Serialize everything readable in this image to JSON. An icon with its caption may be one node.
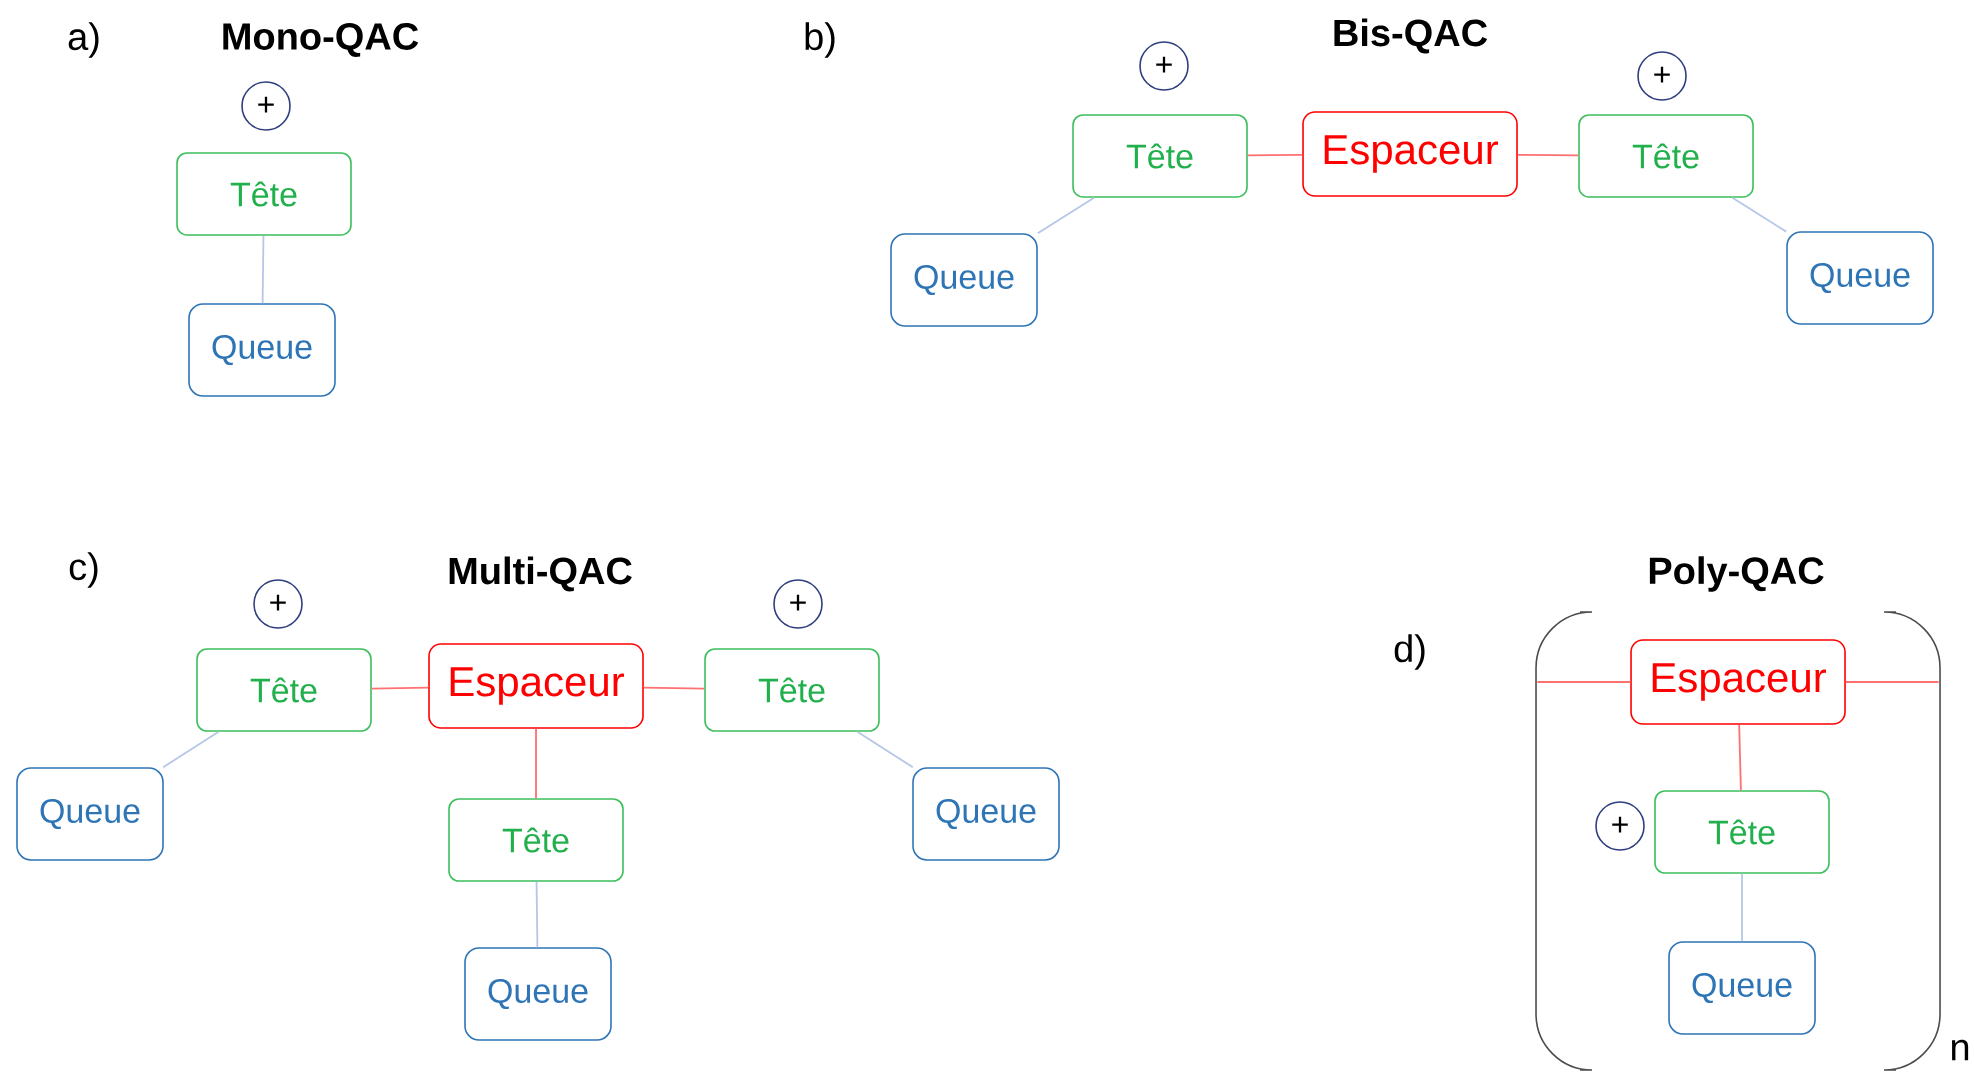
{
  "diagram": {
    "nodes": [
      {
        "text": [
          "+"
        ]
      },
      {
        "text": [
          "Tête"
        ]
      },
      {
        "text": [
          "Queue"
        ]
      },
      {
        "text": [
          "+"
        ]
      },
      {
        "text": [
          "Tête"
        ]
      },
      {
        "text": [
          "Espaceur"
        ]
      },
      {
        "text": [
          "+"
        ]
      },
      {
        "text": [
          "Tête"
        ]
      },
      {
        "text": [
          "Queue"
        ]
      },
      {
        "text": [
          "Queue"
        ]
      },
      {
        "text": [
          "+"
        ]
      },
      {
        "text": [
          "Tête"
        ]
      },
      {
        "text": [
          "Espaceur"
        ]
      },
      {
        "text": [
          "+"
        ]
      },
      {
        "text": [
          "Tête"
        ]
      },
      {
        "text": [
          "Tête"
        ]
      },
      {
        "text": [
          "Queue"
        ]
      },
      {
        "text": [
          "Queue"
        ]
      },
      {
        "text": [
          "Queue"
        ]
      },
      {
        "text": [
          "Espaceur"
        ]
      },
      {
        "text": [
          "+"
        ]
      },
      {
        "text": [
          "Tête"
        ]
      },
      {
        "text": [
          "Queue"
        ]
      },
      {
        "text": [],
        "shape": "bracket"
      },
      {
        "text": [],
        "shape": "bracket",
        "beside": [
          "n"
        ]
      }
    ],
    "edges": [
      {
        "from": 1,
        "to": 2,
        "arrow": "none",
        "color": "#b4c7e7"
      },
      {
        "from": 4,
        "to": 5,
        "arrow": "none"
      },
      {
        "from": 5,
        "to": 7,
        "arrow": "none"
      },
      {
        "from": 4,
        "to": 8,
        "arrow": "none",
        "color": "#b4c7e7"
      },
      {
        "from": 7,
        "to": 9,
        "arrow": "none",
        "color": "#b4c7e7"
      },
      {
        "from": 11,
        "to": 12,
        "arrow": "none"
      },
      {
        "from": 12,
        "to": 14,
        "arrow": "none"
      },
      {
        "from": 12,
        "to": 15,
        "arrow": "none"
      },
      {
        "from": 11,
        "to": 16,
        "arrow": "none",
        "color": "#b4c7e7"
      },
      {
        "from": 14,
        "to": 17,
        "arrow": "none",
        "color": "#b4c7e7"
      },
      {
        "from": 15,
        "to": 18,
        "arrow": "none",
        "color": "#b4c7e7"
      },
      {
        "from": 19,
        "to": 21,
        "arrow": "none"
      },
      {
        "from": 21,
        "to": 22,
        "arrow": "none",
        "color": "#b4c7e7"
      },
      {
        "from": 19,
        "to": 23,
        "arrow": "none"
      },
      {
        "from": 19,
        "to": 24,
        "arrow": "none"
      }
    ],
    "labels": [
      "a)",
      "Mono-QAC",
      "b)",
      "Bis-QAC",
      "c)",
      "Multi-QAC",
      "Poly-QAC",
      "d)"
    ]
  }
}
